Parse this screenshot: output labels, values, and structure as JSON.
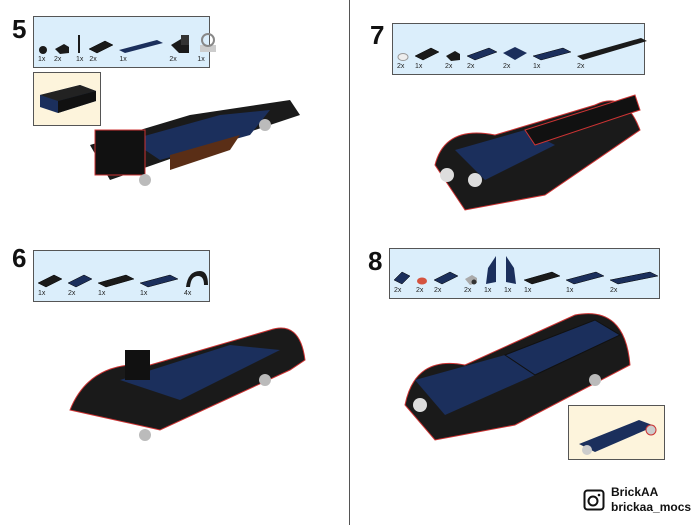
{
  "steps": [
    {
      "number": "5",
      "parts": [
        {
          "kind": "round-black",
          "qty": "1x"
        },
        {
          "kind": "bracket-small",
          "qty": "2x"
        },
        {
          "kind": "pin",
          "qty": "1x"
        },
        {
          "kind": "plate-black-2",
          "qty": "2x"
        },
        {
          "kind": "tile-blue-long",
          "qty": "1x"
        },
        {
          "kind": "bracket-black",
          "qty": "2x"
        },
        {
          "kind": "steering-wheel",
          "qty": "1x"
        }
      ]
    },
    {
      "number": "6",
      "parts": [
        {
          "kind": "plate-black-2",
          "qty": "1x"
        },
        {
          "kind": "plate-blue-2",
          "qty": "2x"
        },
        {
          "kind": "plate-black-4",
          "qty": "1x"
        },
        {
          "kind": "plate-blue-4",
          "qty": "1x"
        },
        {
          "kind": "mudguard",
          "qty": "4x"
        }
      ]
    },
    {
      "number": "7",
      "parts": [
        {
          "kind": "round-white",
          "qty": "2x"
        },
        {
          "kind": "plate-black-2",
          "qty": "1x"
        },
        {
          "kind": "bracket-small",
          "qty": "2x"
        },
        {
          "kind": "plate-blue-3",
          "qty": "2x"
        },
        {
          "kind": "plate-blue-square",
          "qty": "2x"
        },
        {
          "kind": "plate-blue-4",
          "qty": "1x"
        },
        {
          "kind": "tile-black-long",
          "qty": "2x"
        }
      ]
    },
    {
      "number": "8",
      "parts": [
        {
          "kind": "plate-blue-1",
          "qty": "2x"
        },
        {
          "kind": "round-red",
          "qty": "2x"
        },
        {
          "kind": "plate-blue-2",
          "qty": "2x"
        },
        {
          "kind": "clip-grey",
          "qty": "2x"
        },
        {
          "kind": "wedge-left",
          "qty": "1x"
        },
        {
          "kind": "wedge-right",
          "qty": "1x"
        },
        {
          "kind": "plate-black-4",
          "qty": "1x"
        },
        {
          "kind": "plate-blue-4",
          "qty": "1x"
        },
        {
          "kind": "plate-blue-6",
          "qty": "2x"
        }
      ]
    }
  ],
  "brand": {
    "name": "BrickAA",
    "handle": "brickaa_mocs"
  },
  "colors": {
    "blue": "#1b2f5c",
    "black": "#1a1a1a",
    "panel": "#dbeefb",
    "callout": "#fdf4dc"
  }
}
